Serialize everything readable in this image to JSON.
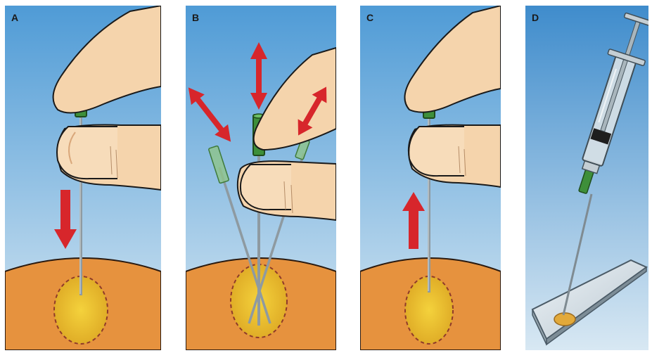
{
  "panels": [
    {
      "label": "A",
      "arrow": "down"
    },
    {
      "label": "B",
      "arrow": "both"
    },
    {
      "label": "C",
      "arrow": "up"
    },
    {
      "label": "D",
      "arrow": "none"
    }
  ],
  "colors": {
    "sky_top": "#4f9bd6",
    "sky_bottom": "#d4e6f2",
    "skin": "#e6923e",
    "lesion": "#e8bd2c",
    "lesion_outline": "#8f3a2a",
    "finger": "#f5d4ac",
    "needle_hub": "#3e8f3a",
    "arrow": "#d7262b",
    "needle": "#9aa6ad"
  }
}
